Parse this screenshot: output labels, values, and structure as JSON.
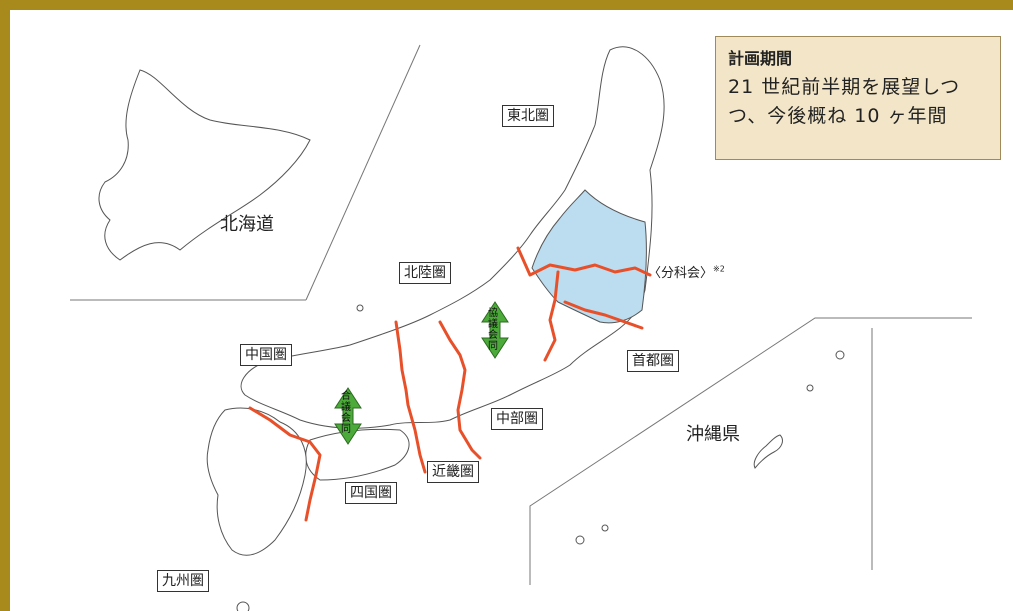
{
  "info_box": {
    "title": "計画期間",
    "line1": "21 世紀前半期を展望しつ",
    "line2": "つ、今後概ね 10 ヶ年間"
  },
  "regions": {
    "tohoku": "東北圏",
    "hokkaido": "北海道",
    "hokuriku": "北陸圏",
    "chugoku": "中国圏",
    "shutoken": "首都圏",
    "chubu": "中部圏",
    "okinawa": "沖縄県",
    "kinki": "近畿圏",
    "shikoku": "四国圏",
    "kyushu": "九州圏"
  },
  "subcommittee": {
    "label": "〈分科会〉",
    "note": "※2"
  },
  "joint_council": {
    "ch1": "協",
    "ch2": "議",
    "ch3": "会",
    "ch4": "合",
    "ch5": "同"
  },
  "colors": {
    "frame": "#a88a1c",
    "info_bg": "#f3e6c8",
    "boundary_red": "#e8502a",
    "subcommittee_fill": "#bcdcef",
    "arrow_green": "#4caa3a"
  }
}
